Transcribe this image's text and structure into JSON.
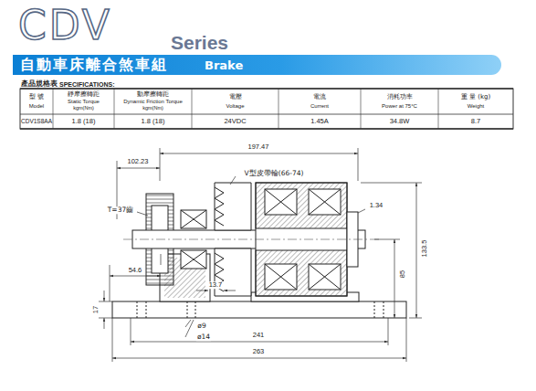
{
  "diagram": {
    "title": "CDV",
    "nodes": [
      {
        "text": [
          "自動車床離合煞車組",
          "Brake"
        ]
      }
    ],
    "labels": [
      "Series",
      "產品規格表",
      "SPECIFICATIONS:",
      "型 號",
      "Model",
      "靜摩擦轉距",
      "Static Torque",
      "kgm(Nm)",
      "動摩擦轉距",
      "Dynamic Friction Torque",
      "kgm(Nm)",
      "電壓",
      "Voltage",
      "電流",
      "Current",
      "消耗功率",
      "Power at 75°C",
      "重 量 (kg)",
      "Weight",
      "CDV1S8AA",
      "1.8 (18)",
      "1.8 (18)",
      "24VDC",
      "1.45A",
      "34.8W",
      "8.7",
      "197.47",
      "102.23",
      "V型皮帶輪(66-74)",
      "1.34",
      "T=37齒",
      "54.6",
      "13.7",
      "85",
      "133.5",
      "17",
      "ø9",
      "ø14",
      "241",
      "263"
    ]
  }
}
